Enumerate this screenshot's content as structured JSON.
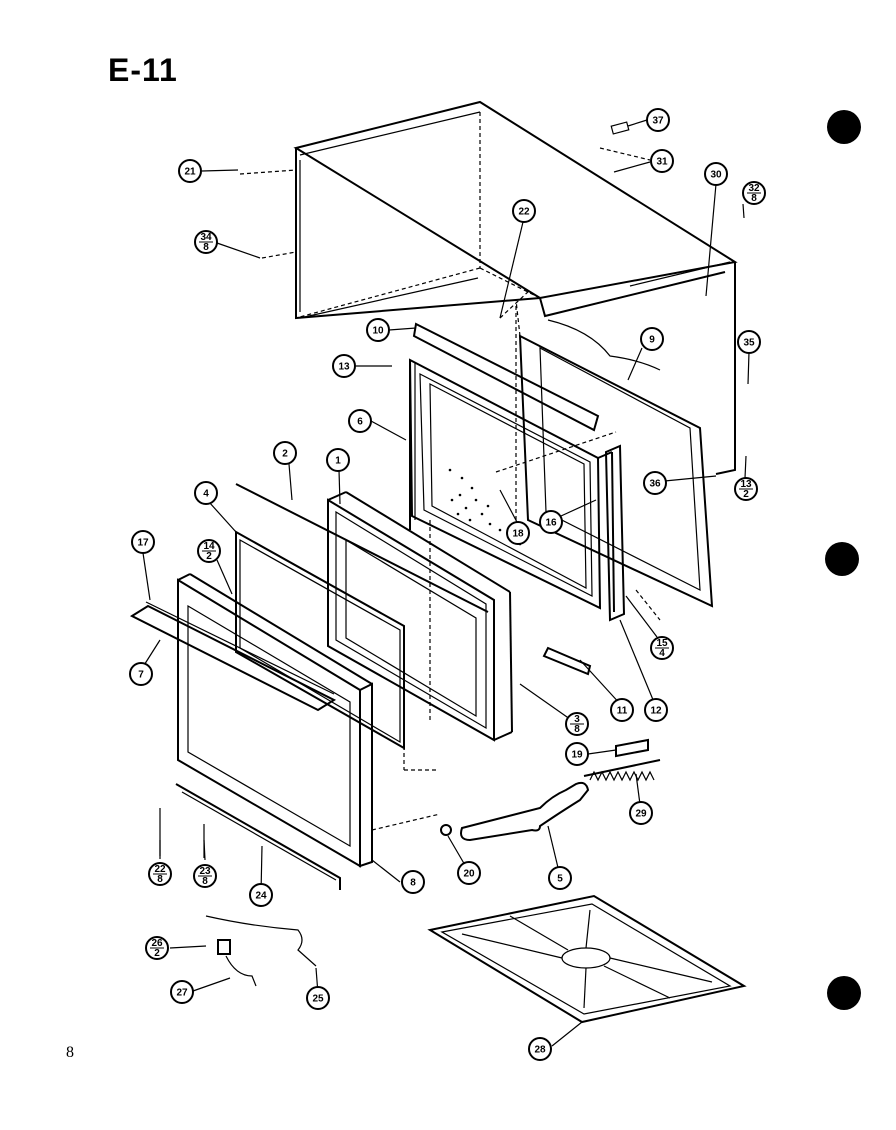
{
  "title": "E-11",
  "page_number": "8",
  "callouts": [
    {
      "id": "c37",
      "label": "37"
    },
    {
      "id": "c31",
      "label": "31"
    },
    {
      "id": "c21",
      "label": "21"
    },
    {
      "id": "c30",
      "label": "30"
    },
    {
      "id": "c32-8",
      "label": "32",
      "sub": "8"
    },
    {
      "id": "c34-8",
      "label": "34",
      "sub": "8"
    },
    {
      "id": "c22",
      "label": "22"
    },
    {
      "id": "c10",
      "label": "10"
    },
    {
      "id": "c9",
      "label": "9"
    },
    {
      "id": "c35",
      "label": "35"
    },
    {
      "id": "c13",
      "label": "13"
    },
    {
      "id": "c6a",
      "label": "6"
    },
    {
      "id": "c36",
      "label": "36"
    },
    {
      "id": "c13-2",
      "label": "13",
      "sub": "2"
    },
    {
      "id": "c2",
      "label": "2"
    },
    {
      "id": "c1",
      "label": "1"
    },
    {
      "id": "c4",
      "label": "4"
    },
    {
      "id": "c18",
      "label": "18"
    },
    {
      "id": "c16",
      "label": "16"
    },
    {
      "id": "c17",
      "label": "17"
    },
    {
      "id": "c14-2",
      "label": "14",
      "sub": "2"
    },
    {
      "id": "c15-4",
      "label": "15",
      "sub": "4"
    },
    {
      "id": "c7",
      "label": "7"
    },
    {
      "id": "c11",
      "label": "11"
    },
    {
      "id": "c12",
      "label": "12"
    },
    {
      "id": "c3-8",
      "label": "3",
      "sub": "8"
    },
    {
      "id": "c19",
      "label": "19"
    },
    {
      "id": "c29",
      "label": "29"
    },
    {
      "id": "c22-8",
      "label": "22",
      "sub": "8"
    },
    {
      "id": "c23-8",
      "label": "23",
      "sub": "8"
    },
    {
      "id": "c24",
      "label": "24"
    },
    {
      "id": "c8",
      "label": "8"
    },
    {
      "id": "c20",
      "label": "20"
    },
    {
      "id": "c5",
      "label": "5"
    },
    {
      "id": "c26-2",
      "label": "26",
      "sub": "2"
    },
    {
      "id": "c27",
      "label": "27"
    },
    {
      "id": "c25",
      "label": "25"
    },
    {
      "id": "c28",
      "label": "28"
    }
  ]
}
